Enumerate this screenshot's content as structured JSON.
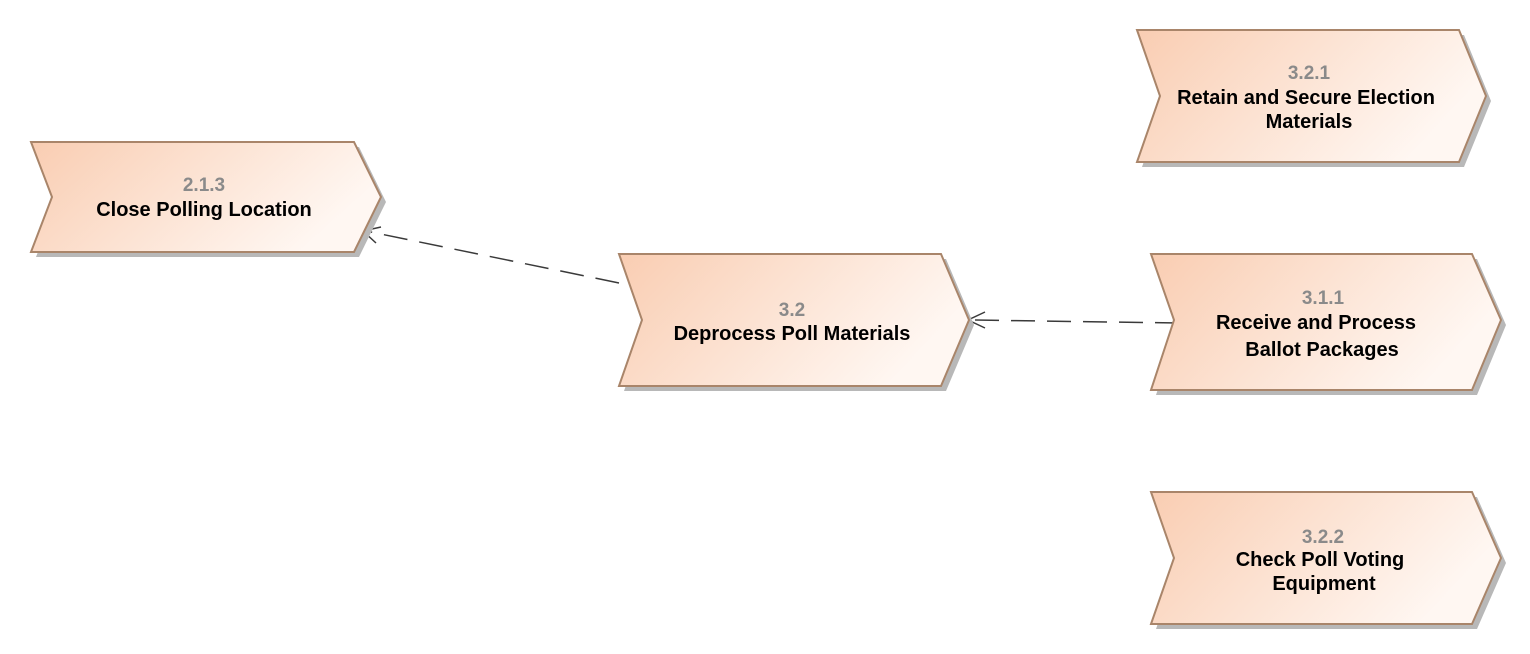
{
  "diagram": {
    "type": "process-dependency-diagram",
    "colors": {
      "fill_dark": "#f9cdb2",
      "fill_light": "#fff7f2",
      "border": "#a9856a",
      "shadow": "#b8b8b8",
      "number_text": "#8a8a8a",
      "label_text": "#000000",
      "connector": "#3a3a3a"
    },
    "processes": {
      "p213": {
        "number": "2.1.3",
        "label_lines": [
          "Close Polling Location"
        ]
      },
      "p32": {
        "number": "3.2",
        "label_lines": [
          "Deprocess Poll Materials"
        ]
      },
      "p321": {
        "number": "3.2.1",
        "label_lines": [
          "Retain and Secure Election",
          "Materials"
        ]
      },
      "p311": {
        "number": "3.1.1",
        "label_lines": [
          "Receive and Process",
          "Ballot Packages"
        ]
      },
      "p322": {
        "number": "3.2.2",
        "label_lines": [
          "Check Poll Voting",
          "Equipment"
        ]
      }
    },
    "connectors": [
      {
        "from": "p32",
        "to": "p213",
        "style": "dashed",
        "arrowhead": "open"
      },
      {
        "from": "p311",
        "to": "p32",
        "style": "dashed",
        "arrowhead": "open"
      }
    ]
  }
}
